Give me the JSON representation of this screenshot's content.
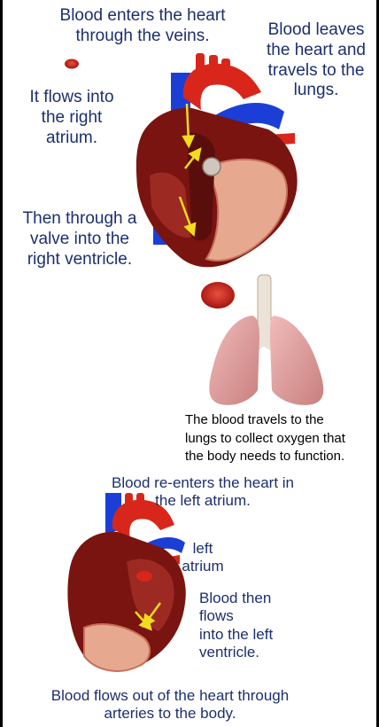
{
  "labels": {
    "enters": "Blood enters the heart\nthrough the veins.",
    "leaves": "Blood leaves\nthe heart and\ntravels to the\nlungs.",
    "right_atrium": "It flows into\nthe right\natrium.",
    "right_ventricle": "Then through a\nvalve into the\nright ventricle.",
    "lungs_caption": "The blood travels to the\nlungs to collect  oxygen that\nthe body needs to function.",
    "reenters": "Blood re-enters the heart in\nthe left atrium.",
    "left_atrium": "left\natrium",
    "left_ventricle": "Blood then\nflows\ninto the left\nventricle.",
    "out": "Blood flows out of the heart through\narteries to the body."
  },
  "colors": {
    "text_label": "#1c2f6e",
    "vein_blue": "#1b3fd6",
    "artery_red": "#d8261b",
    "muscle": "#7a1410",
    "lung_pink": "#e3a4a3",
    "arrow": "#f2dc1d"
  }
}
